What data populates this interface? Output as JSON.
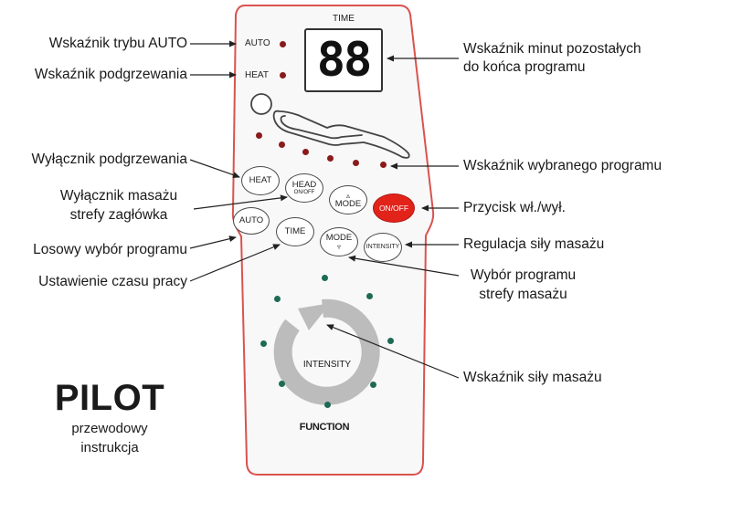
{
  "labels_left": {
    "auto_indicator": "Wskaźnik trybu AUTO",
    "heat_indicator": "Wskaźnik podgrzewania",
    "heat_switch": "Wyłącznik podgrzewania",
    "head_switch_line1": "Wyłącznik masażu",
    "head_switch_line2": "strefy zagłówka",
    "random_program": "Losowy wybór programu",
    "work_time": "Ustawienie czasu pracy"
  },
  "labels_right": {
    "minutes_line1": "Wskaźnik minut pozostałych",
    "minutes_line2": "do końca programu",
    "selected_program": "Wskaźnik wybranego programu",
    "power_button": "Przycisk wł./wył.",
    "intensity_adjust": "Regulacja siły masażu",
    "zone_program_line1": "Wybór programu",
    "zone_program_line2": "strefy masażu",
    "intensity_indicator": "Wskaźnik siły masażu"
  },
  "remote": {
    "auto_led_label": "AUTO",
    "heat_led_label": "HEAT",
    "time_label": "TIME",
    "display_value": "88",
    "buttons": {
      "heat": "HEAT",
      "head": "HEAD",
      "head_sub": "ON/OFF",
      "mode_up": "MODE",
      "mode_up_arrow": "▵",
      "onoff": "ON/OFF",
      "auto": "AUTO",
      "time": "TIME",
      "mode_down": "MODE",
      "mode_down_arrow": "▿",
      "intensity": "INTENSITY"
    },
    "intensity_label": "INTENSITY",
    "function_label": "FUNCTION",
    "colors": {
      "body_outline": "#d9534f",
      "body_fill": "#f8f8f8",
      "led_red": "#8b1a1a",
      "led_green": "#1d6b55",
      "power_button": "#e2231a",
      "arrow_grey": "#bcbcbc"
    }
  },
  "pilot": {
    "title": "PILOT",
    "subtitle_line1": "przewodowy",
    "subtitle_line2": "instrukcja"
  }
}
